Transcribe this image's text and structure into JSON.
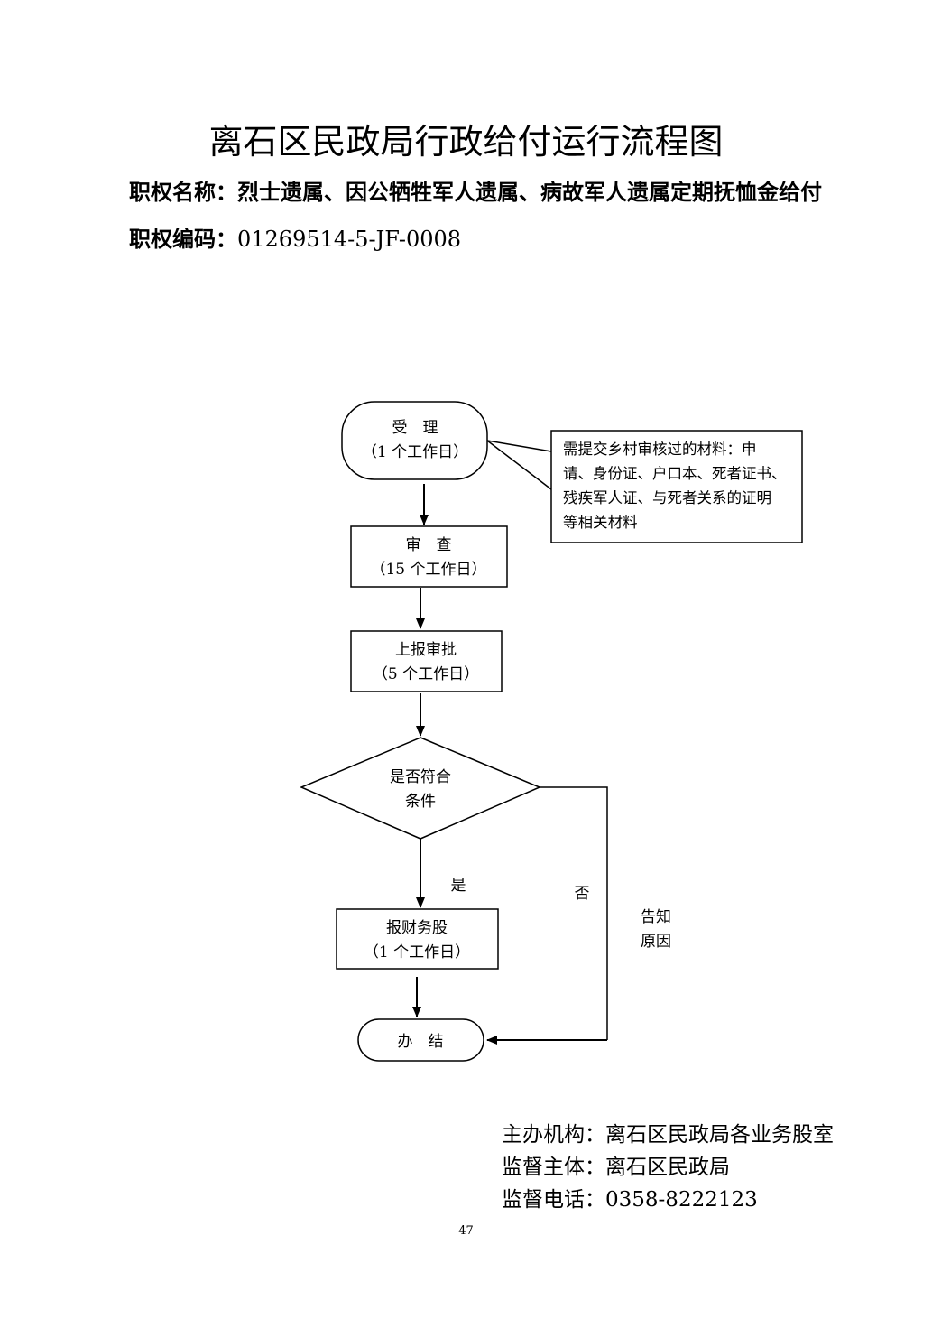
{
  "title": "离石区民政局行政给付运行流程图",
  "meta": {
    "name_label": "职权名称：",
    "name_value": "烈士遗属、因公牺牲军人遗属、病故军人遗属定期抚恤金给付",
    "code_label": "职权编码：",
    "code_value": "01269514-5-JF-0008"
  },
  "flow": {
    "accept": {
      "title": "受　理",
      "duration": "（1 个工作日）"
    },
    "note": {
      "lines": [
        "需提交乡村审核过的材料：申",
        "请、身份证、户口本、死者证书、",
        "残疾军人证、与死者关系的证明",
        "等相关材料"
      ]
    },
    "review": {
      "title": "审　查",
      "duration": "（15 个工作日）"
    },
    "report": {
      "title": "上报审批",
      "duration": "（5 个工作日）"
    },
    "decision": {
      "line1": "是否符合",
      "line2": "条件"
    },
    "yes_label": "是",
    "no_label": "否",
    "reason": {
      "line1": "告知",
      "line2": "原因"
    },
    "finance": {
      "title": "报财务股",
      "duration": "（1 个工作日）"
    },
    "end": {
      "title": "办　结"
    }
  },
  "footer": {
    "org_label": "主办机构：",
    "org_value": "离石区民政局各业务股室",
    "supervisor_label": "监督主体：",
    "supervisor_value": "离石区民政局",
    "phone_label": "监督电话：",
    "phone_value": "0358-8222123"
  },
  "page_number": "- 47 -"
}
